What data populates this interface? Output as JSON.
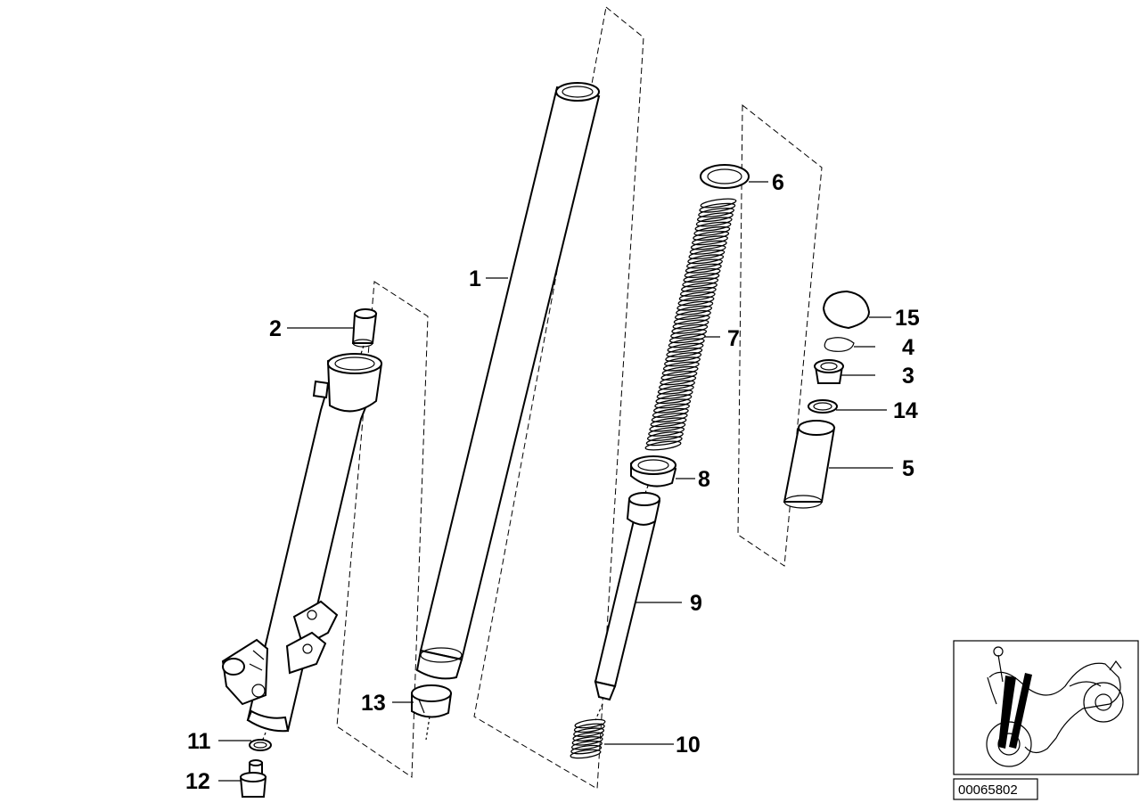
{
  "diagram": {
    "callouts": [
      "1",
      "2",
      "3",
      "4",
      "5",
      "6",
      "7",
      "8",
      "9",
      "10",
      "11",
      "12",
      "13",
      "14",
      "15"
    ],
    "image_number": "00065802"
  },
  "icons": {
    "motorcycle": "motorcycle-thumbnail-icon"
  }
}
